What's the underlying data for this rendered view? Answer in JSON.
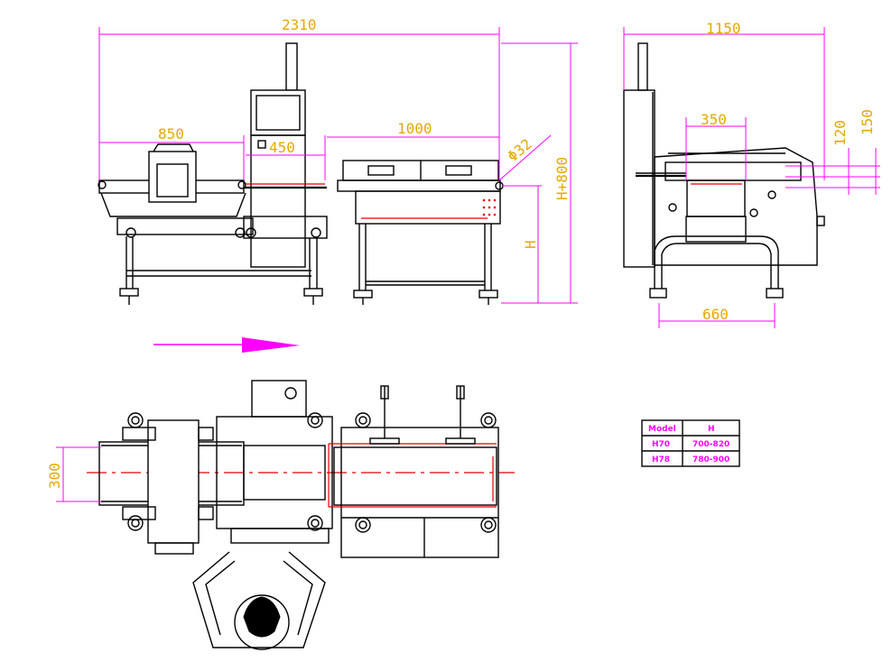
{
  "dimensions": {
    "overall_length": "2310",
    "metal_detector_length": "850",
    "gap": "450",
    "checkweigher_length": "1000",
    "roller_diameter": "Φ32",
    "height_total": "H+800",
    "height": "H",
    "side_width": "1150",
    "side_conveyor": "350",
    "side_120": "120",
    "side_150": "150",
    "side_base": "660",
    "belt_width": "300"
  },
  "table": {
    "headers": [
      "Model",
      "H"
    ],
    "rows": [
      [
        "H70",
        "700-820"
      ],
      [
        "H78",
        "780-900"
      ]
    ]
  },
  "colors": {
    "dimension": "#ff00ff",
    "dimension_text": "#e6a800",
    "outline": "#000000",
    "hidden": "#e60000"
  }
}
